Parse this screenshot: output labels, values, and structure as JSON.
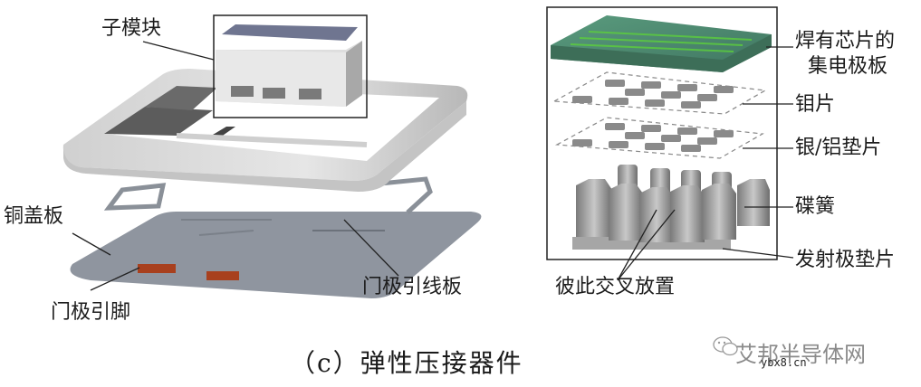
{
  "figure": {
    "caption": "（c）弹性压接器件",
    "left_panel": {
      "labels": {
        "submodule": "子模块",
        "copper_cover": "铜盖板",
        "gate_pin": "门极引脚",
        "gate_lead_board": "门极引线板"
      }
    },
    "right_panel": {
      "labels": {
        "collector_line1": "焊有芯片的",
        "collector_line2": "集电极板",
        "molybdenum": "钼片",
        "silver_aluminum_pad": "银/铝垫片",
        "disc_spring": "碟簧",
        "emitter_pad": "发射极垫片",
        "crossed": "彼此交叉放置"
      }
    },
    "colors": {
      "copper_plate": "#8e949e",
      "frame": "#d4d4d4",
      "collector_plate": "#4f8a6e",
      "collector_traces": "#5ccf3c",
      "gate_pin": "#a8401e",
      "springs": "#9a9a9a"
    }
  },
  "watermark": {
    "text": "艾邦半导体网",
    "url": "ybx8.cn",
    "icon": "wechat-icon"
  }
}
